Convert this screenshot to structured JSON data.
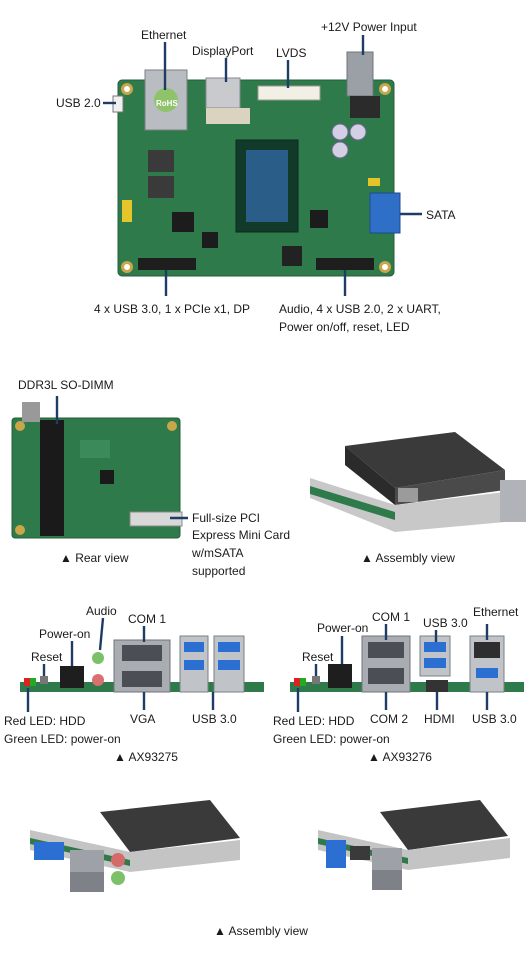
{
  "top_board": {
    "labels": {
      "power_input": "+12V Power Input",
      "ethernet": "Ethernet",
      "displayport": "DisplayPort",
      "lvds": "LVDS",
      "usb20": "USB 2.0",
      "sata": "SATA",
      "connector_left": "4 x USB 3.0, 1 x PCIe x1, DP",
      "connector_right_line1": "Audio, 4 x USB 2.0, 2 x UART,",
      "connector_right_line2": "Power on/off, reset, LED"
    },
    "chip_text": "RoHS"
  },
  "rear": {
    "label_dimm": "DDR3L SO-DIMM",
    "label_pci_line1": "Full-size PCI",
    "label_pci_line2": "Express Mini Card",
    "label_pci_line3": "w/mSATA",
    "label_pci_line4": "supported",
    "caption": "▲ Rear view"
  },
  "assembly_top": {
    "caption": "▲ Assembly view"
  },
  "ax93275": {
    "labels": {
      "audio": "Audio",
      "com1": "COM 1",
      "power_on": "Power-on",
      "reset": "Reset",
      "led_red": "Red LED: HDD",
      "led_green": "Green LED: power-on",
      "vga": "VGA",
      "usb30": "USB 3.0"
    },
    "caption": "▲ AX93275"
  },
  "ax93276": {
    "labels": {
      "power_on": "Power-on",
      "com1": "COM 1",
      "usb30_top": "USB 3.0",
      "ethernet": "Ethernet",
      "reset": "Reset",
      "led_red": "Red LED: HDD",
      "led_green": "Green LED: power-on",
      "com2": "COM 2",
      "hdmi": "HDMI",
      "usb30_bottom": "USB 3.0"
    },
    "caption": "▲ AX93276"
  },
  "assembly_bottom": {
    "caption": "▲ Assembly view"
  },
  "colors": {
    "pcb_green": "#2f7a4a",
    "leader_blue": "#1f3c66",
    "usb3_blue": "#2a6fd1",
    "sata_blue": "#2f6fc7",
    "gold": "#c9a64a",
    "heatsink_black": "#2b2b2b"
  },
  "icons": [
    "triangle-caption-marker"
  ]
}
